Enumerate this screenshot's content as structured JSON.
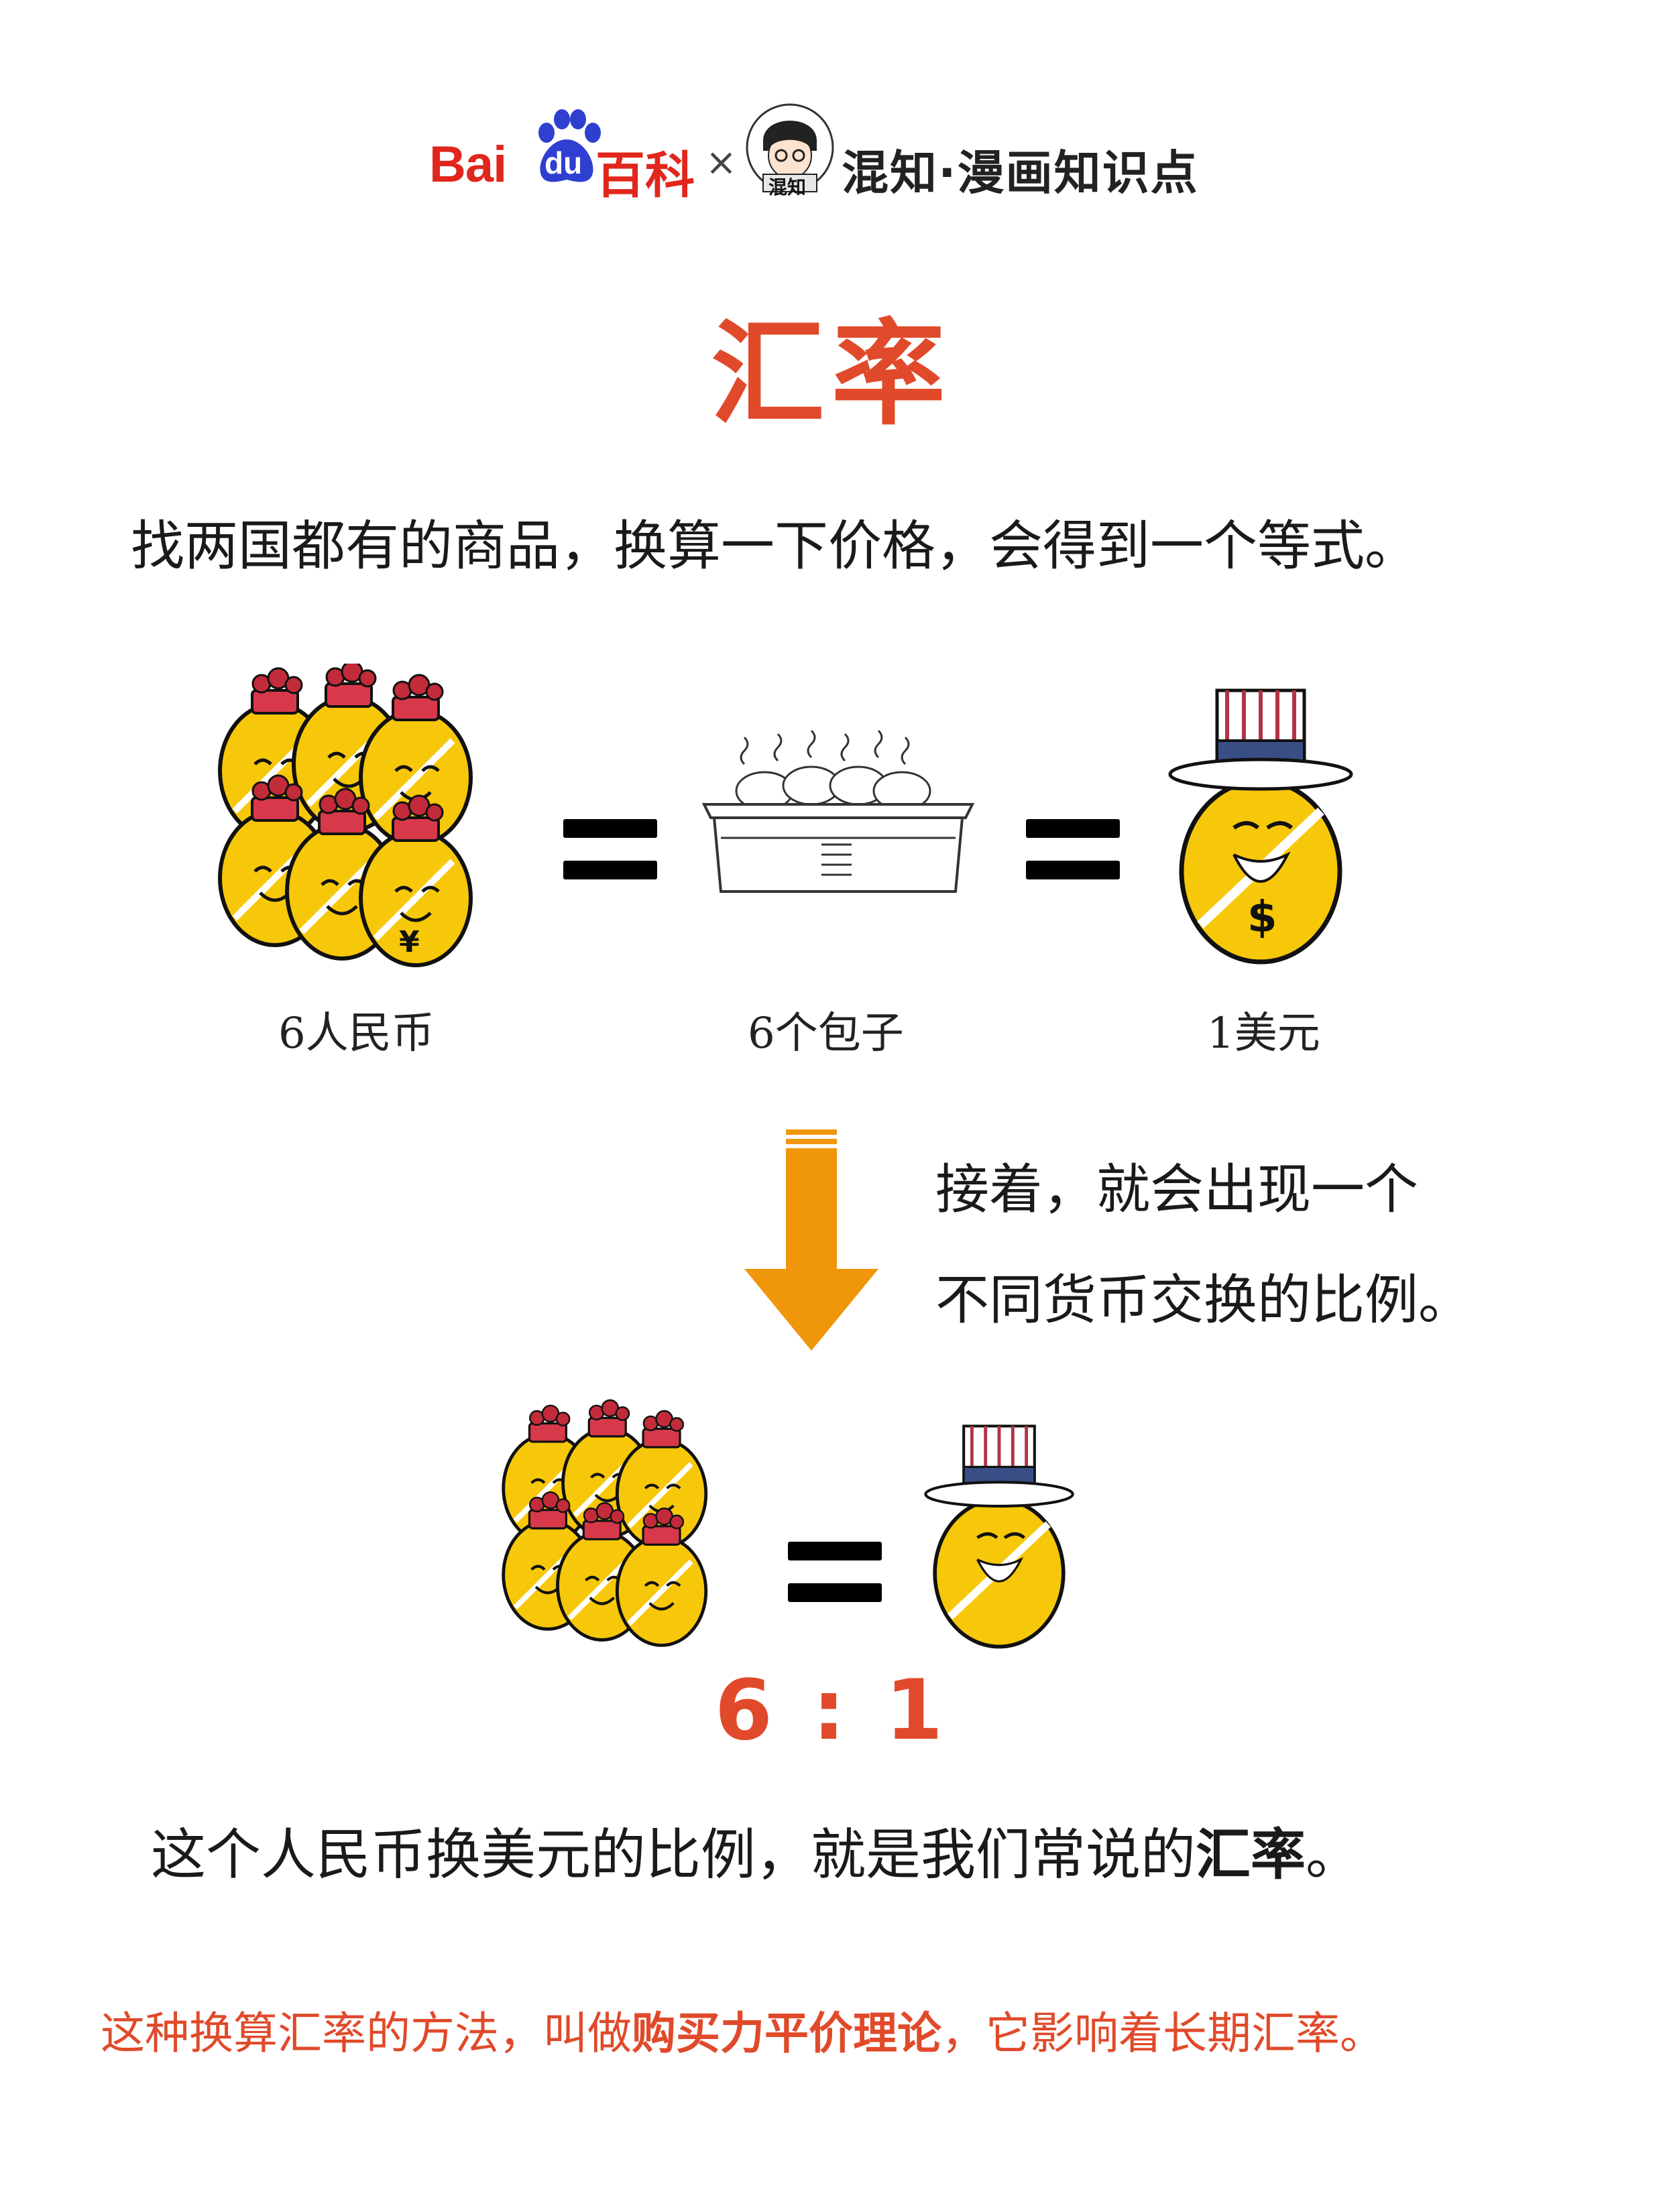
{
  "header": {
    "baidu_bai": "Bai",
    "baidu_du": "du",
    "baike": "百科",
    "times": "×",
    "hunzhi_badge": "混知",
    "brand": "混知·漫画知识点"
  },
  "title": "汇率",
  "intro": "找两国都有的商品，换算一下价格，会得到一个等式。",
  "equation_row": {
    "rmb_caption": "6人民币",
    "buns_caption": "6个包子",
    "usd_caption": "1美元"
  },
  "coin_symbols": {
    "rmb": "¥",
    "usd": "$"
  },
  "arrow_text": [
    "接着，就会出现一个",
    "不同货币交换的比例。"
  ],
  "ratio": "6 : 1",
  "conclusion": {
    "text": "这个人民币换美元的比例，就是我们常说的",
    "bold": "汇率",
    "end": "。"
  },
  "footer": {
    "before": "这种换算汇率的方法，叫做",
    "bold": "购买力平价理论",
    "after": "，它影响着长期汇率。"
  },
  "colors": {
    "brand_red": "#e1261c",
    "title_red": "#e04a2a",
    "coin_yellow": "#f7c70a",
    "arrow_orange": "#f0960a",
    "hat_blue": "#3a4e86"
  }
}
